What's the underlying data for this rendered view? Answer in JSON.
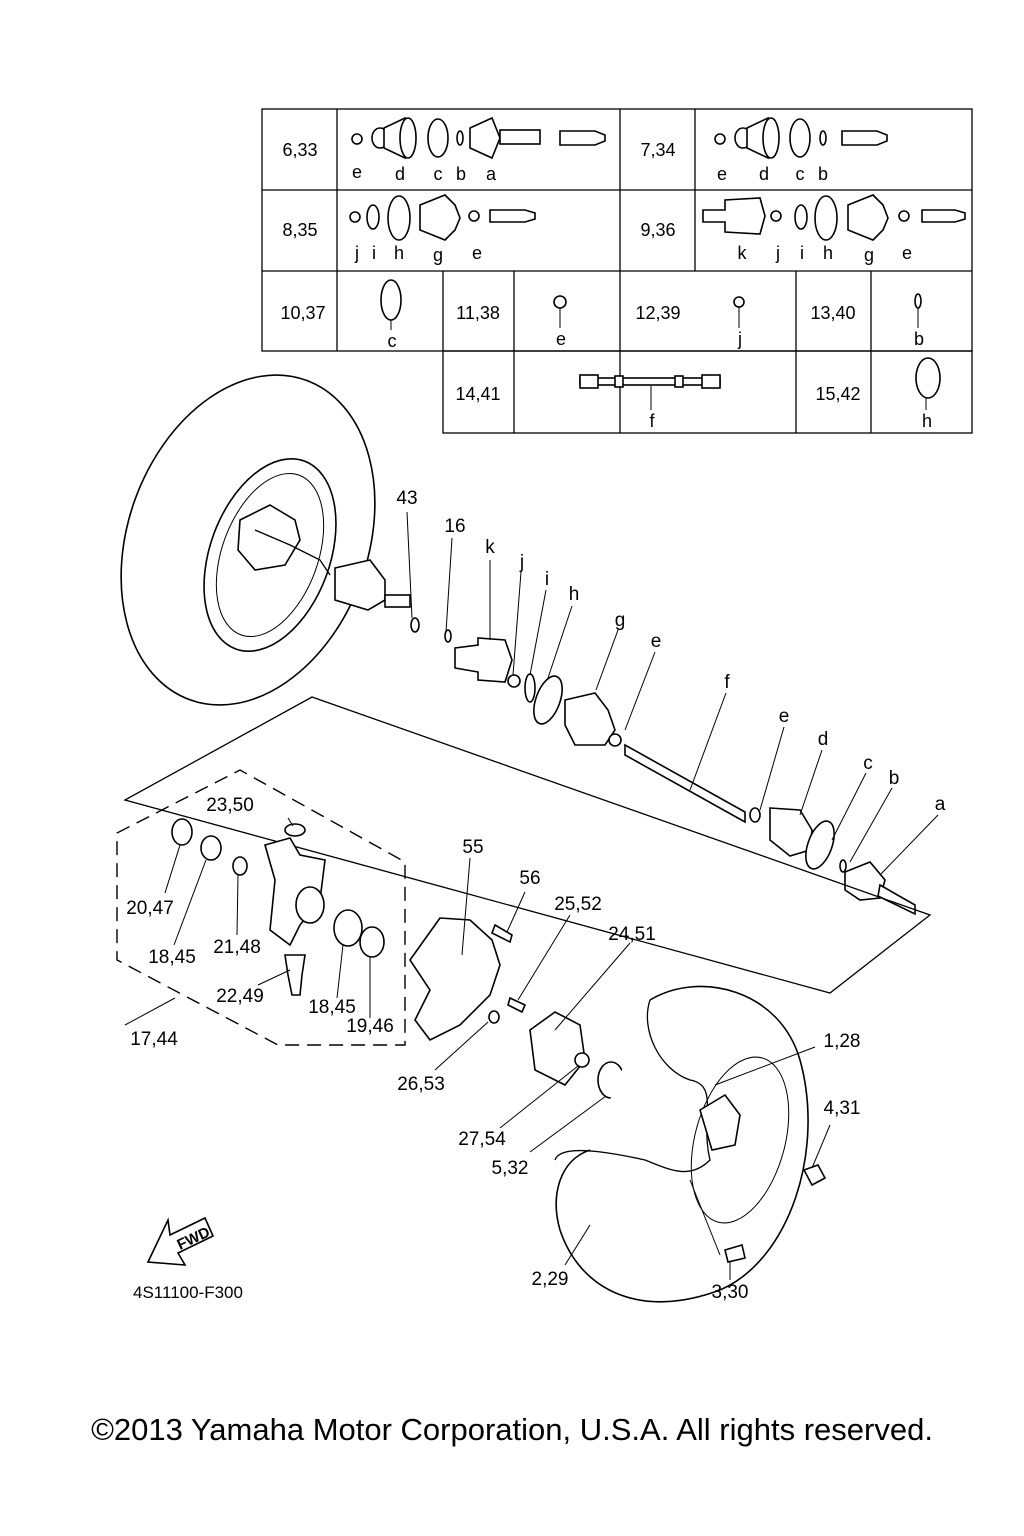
{
  "table": {
    "rows": [
      {
        "cells": [
          {
            "ref": "6,33",
            "letters": "e d c b a"
          },
          {
            "ref": "7,34",
            "letters": "e d c b"
          }
        ]
      },
      {
        "cells": [
          {
            "ref": "8,35",
            "letters": "j i h g e"
          },
          {
            "ref": "9,36",
            "letters": "k j i h g e"
          }
        ]
      },
      {
        "cells": [
          {
            "ref": "10,37",
            "letters": "c"
          },
          {
            "ref": "11,38",
            "letters": "e"
          },
          {
            "ref": "12,39",
            "letters": "j"
          },
          {
            "ref": "13,40",
            "letters": "b"
          }
        ]
      },
      {
        "cells": [
          {
            "ref": "14,41",
            "letters": "f"
          },
          {
            "ref": "15,42",
            "letters": "h"
          }
        ]
      }
    ]
  },
  "callouts": {
    "p43": "43",
    "p16": "16",
    "k": "k",
    "j": "j",
    "i": "i",
    "h": "h",
    "g": "g",
    "e1": "e",
    "f": "f",
    "e2": "e",
    "d": "d",
    "c": "c",
    "b": "b",
    "a": "a",
    "p23": "23,50",
    "p55": "55",
    "p56": "56",
    "p25": "25,52",
    "p24": "24,51",
    "p20": "20,47",
    "p18a": "18,45",
    "p21": "21,48",
    "p22": "22,49",
    "p18b": "18,45",
    "p19": "19,46",
    "p17": "17,44",
    "p26": "26,53",
    "p27": "27,54",
    "p5": "5,32",
    "p1": "1,28",
    "p4": "4,31",
    "p2": "2,29",
    "p3": "3,30"
  },
  "fwd": "FWD",
  "diagram_code": "4S11100-F300",
  "copyright": "©2013 Yamaha Motor Corporation, U.S.A. All rights reserved."
}
